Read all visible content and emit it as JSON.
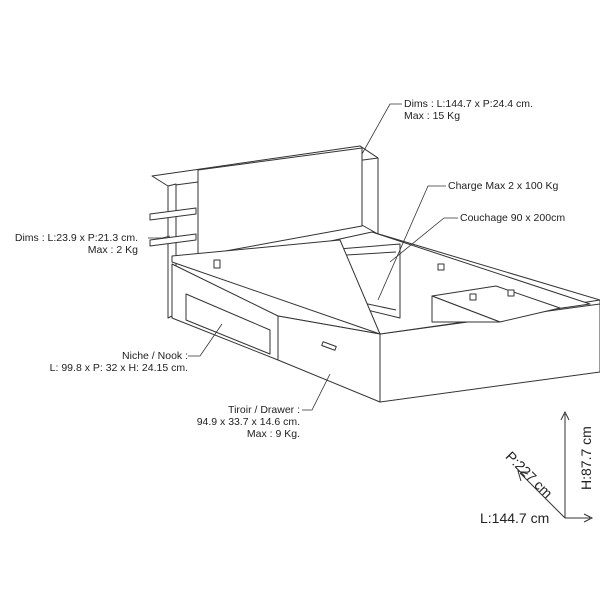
{
  "callouts": {
    "headboard": {
      "line1": "Dims : L:144.7 x P:24.4 cm.",
      "line2": "Max : 15 Kg"
    },
    "charge": "Charge Max 2 x 100 Kg",
    "couchage": "Couchage 90 x 200cm",
    "shelf": {
      "line1": "Dims : L:23.9 x P:21.3 cm.",
      "line2": "Max : 2 Kg"
    },
    "niche": {
      "line1": "Niche / Nook :",
      "line2": "L: 99.8 x P: 32 x H: 24.15 cm."
    },
    "drawer": {
      "line1": "Tiroir / Drawer :",
      "line2": "94.9 x 33.7 x 14.6 cm.",
      "line3": "Max : 9 Kg."
    }
  },
  "dimensions": {
    "height": "H:87.7 cm",
    "depth": "P:227 cm",
    "length": "L:144.7 cm"
  },
  "colors": {
    "line": "#333333",
    "panel": "#ffffff"
  }
}
